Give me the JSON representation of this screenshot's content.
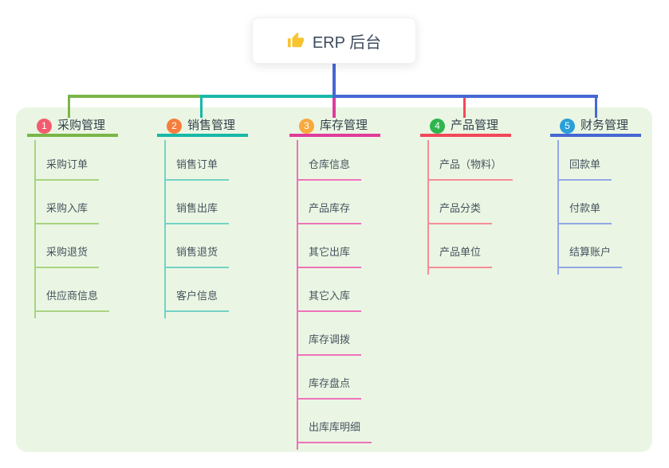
{
  "root": {
    "label": "ERP 后台",
    "icon": "thumbs-up-icon",
    "icon_color": "#f7c331"
  },
  "connectors": {
    "stem_color": "#4667d4"
  },
  "colors": {
    "panel_bg": "#eaf6e3",
    "root_text": "#3d4b5e"
  },
  "branches": [
    {
      "index": "1",
      "label": "采购管理",
      "badge_color": "#f25b6e",
      "line_color": "#7ab648",
      "child_line_color": "#a9d381",
      "children": [
        "采购订单",
        "采购入库",
        "采购退货",
        "供应商信息"
      ]
    },
    {
      "index": "2",
      "label": "销售管理",
      "badge_color": "#f67d3c",
      "line_color": "#17b8a9",
      "child_line_color": "#74d2c6",
      "children": [
        "销售订单",
        "销售出库",
        "销售退货",
        "客户信息"
      ]
    },
    {
      "index": "3",
      "label": "库存管理",
      "badge_color": "#f8a93e",
      "line_color": "#e03c9c",
      "child_line_color": "#ef72ba",
      "children": [
        "仓库信息",
        "产品库存",
        "其它出库",
        "其它入库",
        "库存调拨",
        "库存盘点",
        "出库库明细"
      ]
    },
    {
      "index": "4",
      "label": "产品管理",
      "badge_color": "#2fb44e",
      "line_color": "#f2485a",
      "child_line_color": "#f68d96",
      "children": [
        "产品（物料）",
        "产品分类",
        "产品单位"
      ]
    },
    {
      "index": "5",
      "label": "财务管理",
      "badge_color": "#2b9fd8",
      "line_color": "#4667d4",
      "child_line_color": "#93a7e6",
      "children": [
        "回款单",
        "付款单",
        "结算账户"
      ]
    }
  ]
}
